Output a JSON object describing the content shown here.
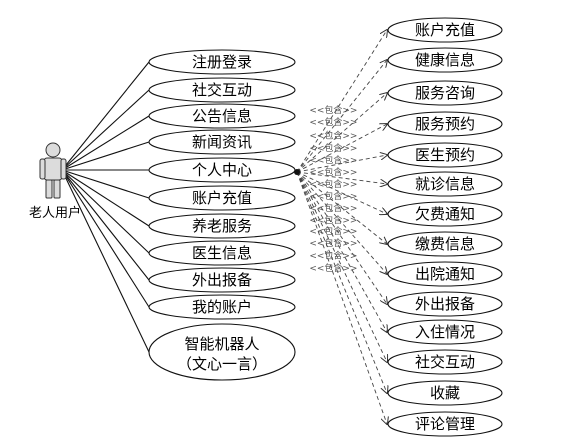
{
  "actor": {
    "label": "老人用户"
  },
  "main_use_cases": [
    {
      "id": "register-login",
      "label": "注册登录"
    },
    {
      "id": "social-interaction",
      "label": "社交互动"
    },
    {
      "id": "announcements",
      "label": "公告信息"
    },
    {
      "id": "news",
      "label": "新闻资讯"
    },
    {
      "id": "personal-center",
      "label": "个人中心"
    },
    {
      "id": "account-recharge",
      "label": "账户充值"
    },
    {
      "id": "elderly-care-service",
      "label": "养老服务"
    },
    {
      "id": "doctor-info",
      "label": "医生信息"
    },
    {
      "id": "outing-report",
      "label": "外出报备"
    },
    {
      "id": "my-account",
      "label": "我的账户"
    },
    {
      "id": "smart-robot",
      "label": "智能机器人",
      "label2": "（文心一言）"
    }
  ],
  "include_label": "<<包含>>",
  "included_use_cases": [
    {
      "id": "account-recharge",
      "label": "账户充值"
    },
    {
      "id": "health-info",
      "label": "健康信息"
    },
    {
      "id": "service-consultation",
      "label": "服务咨询"
    },
    {
      "id": "service-booking",
      "label": "服务预约"
    },
    {
      "id": "doctor-booking",
      "label": "医生预约"
    },
    {
      "id": "visit-info",
      "label": "就诊信息"
    },
    {
      "id": "arrears-notice",
      "label": "欠费通知"
    },
    {
      "id": "payment-info",
      "label": "缴费信息"
    },
    {
      "id": "discharge-notice",
      "label": "出院通知"
    },
    {
      "id": "outing-report",
      "label": "外出报备"
    },
    {
      "id": "check-in-status",
      "label": "入住情况"
    },
    {
      "id": "social-interaction",
      "label": "社交互动"
    },
    {
      "id": "favorites",
      "label": "收藏"
    },
    {
      "id": "comment-management",
      "label": "评论管理"
    }
  ]
}
